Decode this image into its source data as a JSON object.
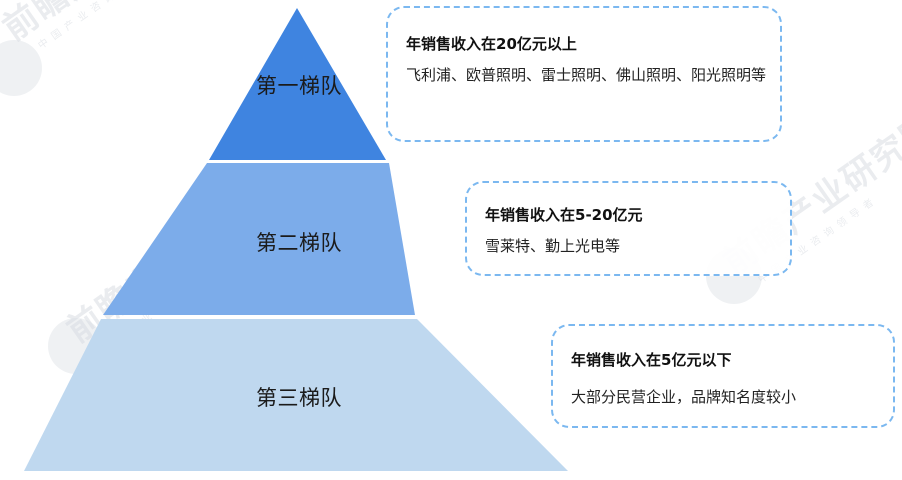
{
  "diagram": {
    "type": "pyramid",
    "colors": {
      "tier1": "#3f84e0",
      "tier2": "#78a9e9",
      "tier3": "#bdd7ee",
      "box_border": "#7bb8f0",
      "watermark": "#d9dde3"
    },
    "tiers": [
      {
        "label": "第一梯队",
        "info_title": "年销售收入在20亿元以上",
        "info_body": "飞利浦、欧普照明、雷士照明、佛山照明、阳光照明等"
      },
      {
        "label": "第二梯队",
        "info_title": "年销售收入在5-20亿元",
        "info_body": "雪莱特、勤上光电等"
      },
      {
        "label": "第三梯队",
        "info_title": "年销售收入在5亿元以下",
        "info_body": "大部分民营企业，品牌知名度较小"
      }
    ]
  },
  "watermarks": [
    {
      "main": "前瞻产业研究院",
      "sub": "中国产业咨询领导者"
    },
    {
      "main": "前瞻产业研究院",
      "sub": "中国产业咨询领导者"
    },
    {
      "main": "前瞻产业研究院",
      "sub": "中国产业咨询领导者"
    }
  ]
}
